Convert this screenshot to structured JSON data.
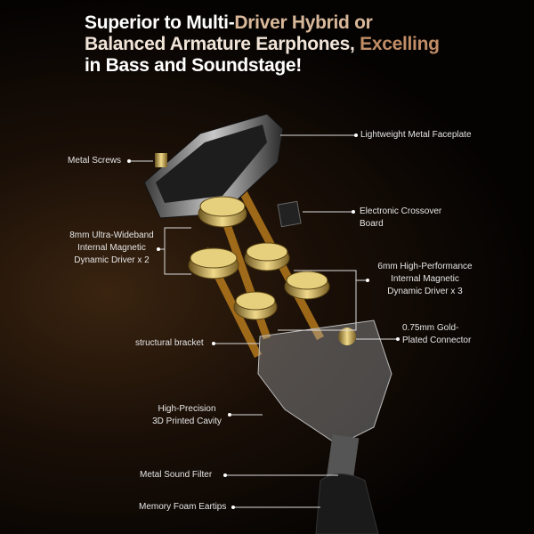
{
  "headline": {
    "line1a": "Superior to Multi-",
    "line1b": "Driver Hybrid or",
    "line2a": "Balanced Armature Earphones,",
    "line2b": " Excelling",
    "line3": "in Bass and Soundstage!"
  },
  "labels": {
    "faceplate": "Lightweight Metal Faceplate",
    "screws": "Metal Screws",
    "crossover": [
      "Electronic Crossover",
      "Board"
    ],
    "driver8": [
      "8mm Ultra-Wideband",
      "Internal Magnetic",
      "Dynamic Driver x 2"
    ],
    "driver6": [
      "6mm High-Performance",
      "Internal Magnetic",
      "Dynamic Driver x 3"
    ],
    "bracket": "structural bracket",
    "connector": [
      "0.75mm Gold-",
      "Plated Connector"
    ],
    "cavity": [
      "High-Precision",
      "3D Printed Cavity"
    ],
    "filter": "Metal Sound Filter",
    "eartips": "Memory Foam Eartips"
  },
  "colors": {
    "gold": "#c9a24a",
    "accent": "#c08d66"
  }
}
